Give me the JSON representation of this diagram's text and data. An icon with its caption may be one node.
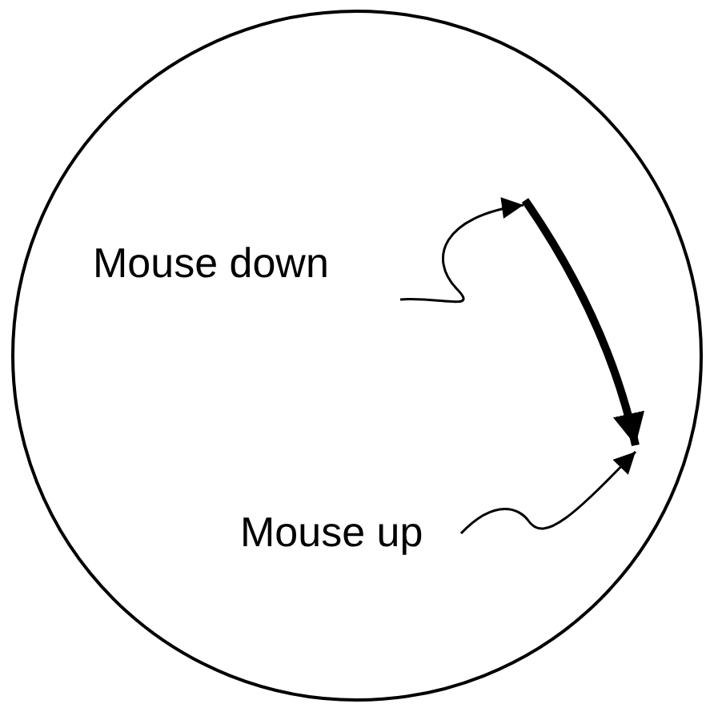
{
  "diagram": {
    "nodes": [
      {
        "text": [
          "Mouse down"
        ]
      },
      {
        "text": [
          "Mouse up"
        ]
      }
    ],
    "edges": [
      {
        "from": 0,
        "to": null,
        "arrow": "to"
      },
      {
        "from": 1,
        "to": null,
        "arrow": "to"
      }
    ]
  }
}
